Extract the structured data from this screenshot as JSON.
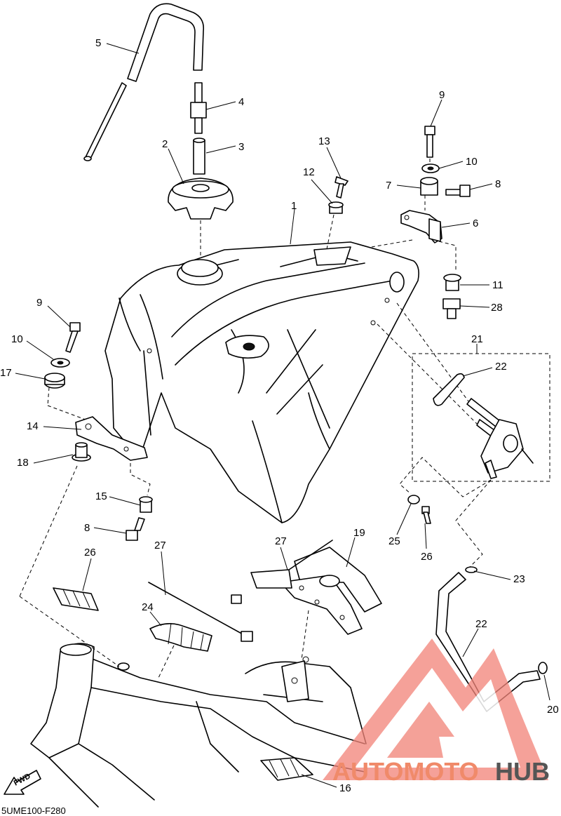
{
  "diagram": {
    "code": "5UME100-F280",
    "fwd_label": "FWD",
    "callouts": [
      {
        "id": "c1",
        "label": "1"
      },
      {
        "id": "c2",
        "label": "2"
      },
      {
        "id": "c3",
        "label": "3"
      },
      {
        "id": "c4",
        "label": "4"
      },
      {
        "id": "c5",
        "label": "5"
      },
      {
        "id": "c6",
        "label": "6"
      },
      {
        "id": "c7",
        "label": "7"
      },
      {
        "id": "c8a",
        "label": "8"
      },
      {
        "id": "c8b",
        "label": "8"
      },
      {
        "id": "c9a",
        "label": "9"
      },
      {
        "id": "c9b",
        "label": "9"
      },
      {
        "id": "c10a",
        "label": "10"
      },
      {
        "id": "c10b",
        "label": "10"
      },
      {
        "id": "c11",
        "label": "11"
      },
      {
        "id": "c12",
        "label": "12"
      },
      {
        "id": "c13",
        "label": "13"
      },
      {
        "id": "c14",
        "label": "14"
      },
      {
        "id": "c15",
        "label": "15"
      },
      {
        "id": "c16",
        "label": "16"
      },
      {
        "id": "c17",
        "label": "17"
      },
      {
        "id": "c18",
        "label": "18"
      },
      {
        "id": "c19",
        "label": "19"
      },
      {
        "id": "c20",
        "label": "20"
      },
      {
        "id": "c21",
        "label": "21"
      },
      {
        "id": "c22a",
        "label": "22"
      },
      {
        "id": "c22b",
        "label": "22"
      },
      {
        "id": "c23",
        "label": "23"
      },
      {
        "id": "c24",
        "label": "24"
      },
      {
        "id": "c25",
        "label": "25"
      },
      {
        "id": "c26a",
        "label": "26"
      },
      {
        "id": "c26b",
        "label": "26"
      },
      {
        "id": "c27a",
        "label": "27"
      },
      {
        "id": "c27b",
        "label": "27"
      },
      {
        "id": "c28",
        "label": "28"
      }
    ]
  },
  "watermark": {
    "text_a": "AUTOMOTO",
    "text_b": "HUB",
    "color_a": "#f08a6a",
    "color_b": "#555555"
  },
  "colors": {
    "line": "#000000",
    "background": "#ffffff",
    "watermark_triangle": "#f2857a"
  }
}
